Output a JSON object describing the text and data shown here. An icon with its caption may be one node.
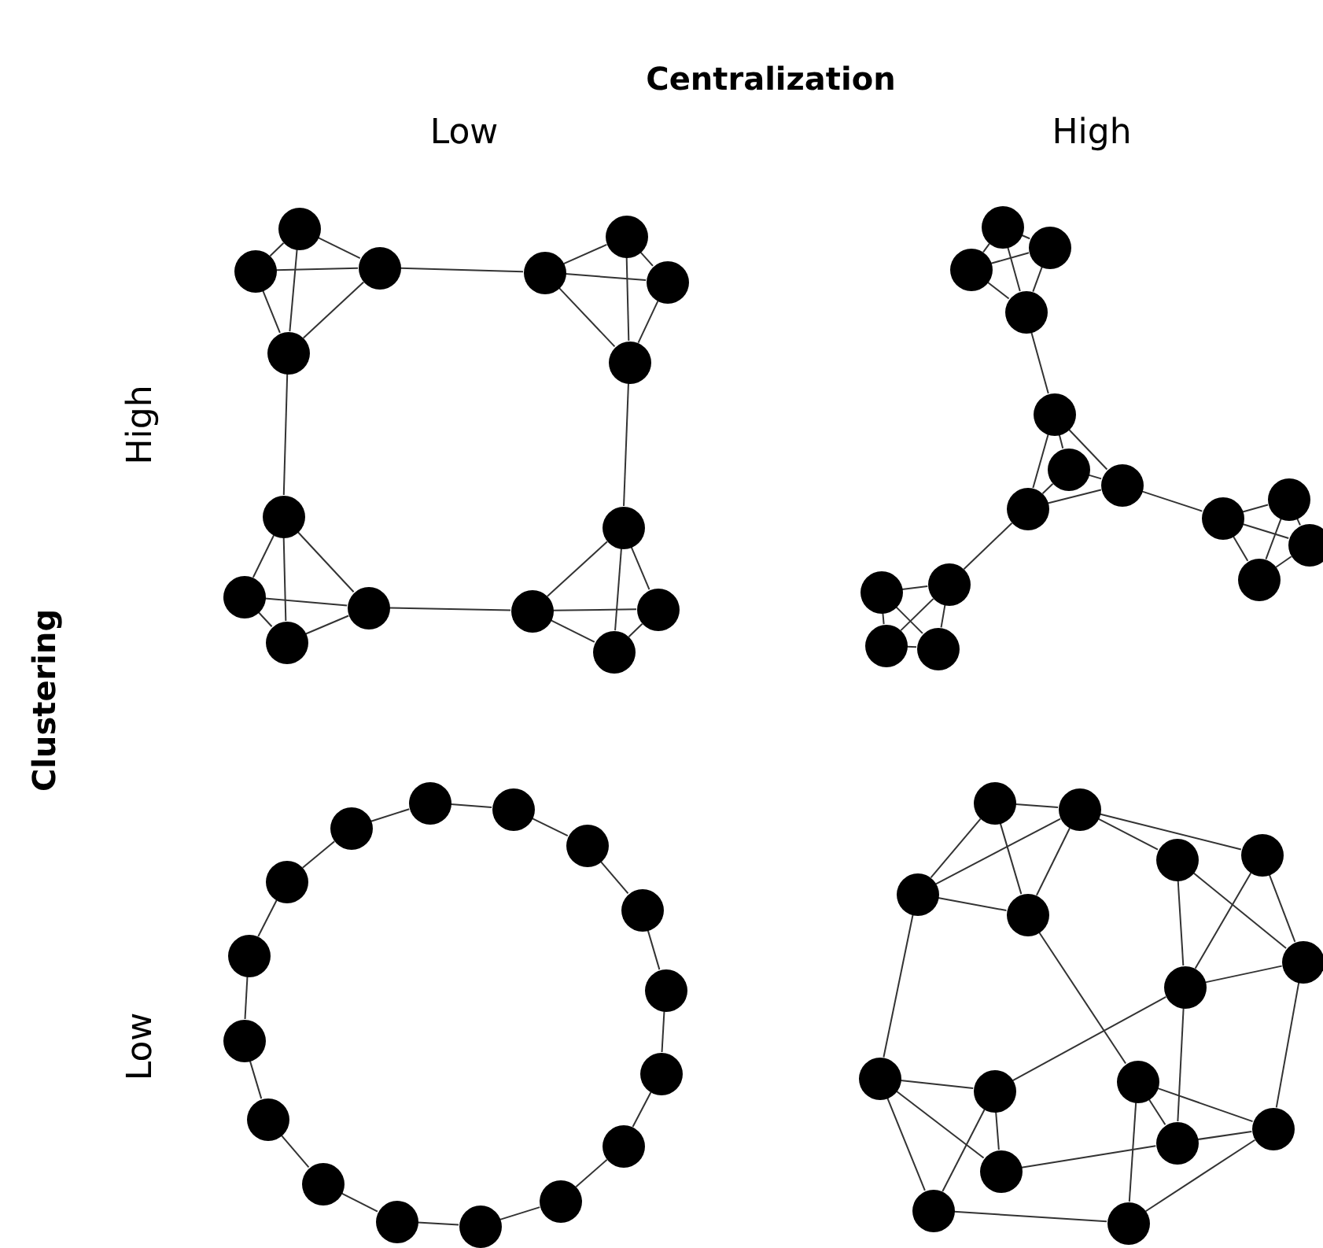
{
  "diagram": {
    "nodes": [
      {
        "text": [],
        "shape": "circle"
      },
      {
        "text": [],
        "shape": "circle"
      },
      {
        "text": [],
        "shape": "circle"
      },
      {
        "text": [],
        "shape": "circle"
      },
      {
        "text": [],
        "shape": "circle"
      },
      {
        "text": [],
        "shape": "circle"
      },
      {
        "text": [],
        "shape": "circle"
      },
      {
        "text": [],
        "shape": "circle"
      },
      {
        "text": [],
        "shape": "circle"
      },
      {
        "text": [],
        "shape": "circle"
      },
      {
        "text": [],
        "shape": "circle"
      },
      {
        "text": [],
        "shape": "circle"
      },
      {
        "text": [],
        "shape": "circle"
      },
      {
        "text": [],
        "shape": "circle"
      },
      {
        "text": [],
        "shape": "circle"
      },
      {
        "text": [],
        "shape": "circle"
      },
      {
        "text": [],
        "shape": "circle"
      },
      {
        "text": [],
        "shape": "circle"
      },
      {
        "text": [],
        "shape": "circle"
      },
      {
        "text": [],
        "shape": "circle"
      },
      {
        "text": [],
        "shape": "circle"
      },
      {
        "text": [],
        "shape": "circle"
      },
      {
        "text": [],
        "shape": "circle"
      },
      {
        "text": [],
        "shape": "circle"
      },
      {
        "text": [],
        "shape": "circle"
      },
      {
        "text": [],
        "shape": "circle"
      },
      {
        "text": [],
        "shape": "circle"
      },
      {
        "text": [],
        "shape": "circle"
      },
      {
        "text": [],
        "shape": "circle"
      },
      {
        "text": [],
        "shape": "circle"
      },
      {
        "text": [],
        "shape": "circle"
      },
      {
        "text": [],
        "shape": "circle"
      },
      {
        "text": [],
        "shape": "circle"
      },
      {
        "text": [],
        "shape": "circle"
      },
      {
        "text": [],
        "shape": "circle"
      },
      {
        "text": [],
        "shape": "circle"
      },
      {
        "text": [],
        "shape": "circle"
      },
      {
        "text": [],
        "shape": "circle"
      },
      {
        "text": [],
        "shape": "circle"
      },
      {
        "text": [],
        "shape": "circle"
      },
      {
        "text": [],
        "shape": "circle"
      },
      {
        "text": [],
        "shape": "circle"
      },
      {
        "text": [],
        "shape": "circle"
      },
      {
        "text": [],
        "shape": "circle"
      },
      {
        "text": [],
        "shape": "circle"
      },
      {
        "text": [],
        "shape": "circle"
      },
      {
        "text": [],
        "shape": "circle"
      },
      {
        "text": [],
        "shape": "circle"
      },
      {
        "text": [],
        "shape": "circle"
      },
      {
        "text": [],
        "shape": "circle"
      },
      {
        "text": [],
        "shape": "circle"
      },
      {
        "text": [],
        "shape": "circle"
      },
      {
        "text": [],
        "shape": "circle"
      },
      {
        "text": [],
        "shape": "circle"
      },
      {
        "text": [],
        "shape": "circle"
      },
      {
        "text": [],
        "shape": "circle"
      },
      {
        "text": [],
        "shape": "circle"
      },
      {
        "text": [],
        "shape": "circle"
      },
      {
        "text": [],
        "shape": "circle"
      },
      {
        "text": [],
        "shape": "circle"
      },
      {
        "text": [],
        "shape": "circle"
      },
      {
        "text": [],
        "shape": "circle"
      },
      {
        "text": [],
        "shape": "circle"
      },
      {
        "text": [],
        "shape": "circle"
      }
    ],
    "edges": [
      {
        "from": 0,
        "to": 1,
        "arrow": "none"
      },
      {
        "from": 0,
        "to": 2,
        "arrow": "none"
      },
      {
        "from": 0,
        "to": 3,
        "arrow": "none"
      },
      {
        "from": 1,
        "to": 2,
        "arrow": "none"
      },
      {
        "from": 1,
        "to": 3,
        "arrow": "none"
      },
      {
        "from": 2,
        "to": 3,
        "arrow": "none"
      },
      {
        "from": 4,
        "to": 5,
        "arrow": "none"
      },
      {
        "from": 4,
        "to": 6,
        "arrow": "none"
      },
      {
        "from": 4,
        "to": 7,
        "arrow": "none"
      },
      {
        "from": 5,
        "to": 6,
        "arrow": "none"
      },
      {
        "from": 5,
        "to": 7,
        "arrow": "none"
      },
      {
        "from": 6,
        "to": 7,
        "arrow": "none"
      },
      {
        "from": 8,
        "to": 9,
        "arrow": "none"
      },
      {
        "from": 8,
        "to": 10,
        "arrow": "none"
      },
      {
        "from": 8,
        "to": 11,
        "arrow": "none"
      },
      {
        "from": 9,
        "to": 10,
        "arrow": "none"
      },
      {
        "from": 9,
        "to": 11,
        "arrow": "none"
      },
      {
        "from": 10,
        "to": 11,
        "arrow": "none"
      },
      {
        "from": 12,
        "to": 13,
        "arrow": "none"
      },
      {
        "from": 12,
        "to": 14,
        "arrow": "none"
      },
      {
        "from": 12,
        "to": 15,
        "arrow": "none"
      },
      {
        "from": 13,
        "to": 14,
        "arrow": "none"
      },
      {
        "from": 13,
        "to": 15,
        "arrow": "none"
      },
      {
        "from": 14,
        "to": 15,
        "arrow": "none"
      },
      {
        "from": 2,
        "to": 5,
        "arrow": "none"
      },
      {
        "from": 3,
        "to": 8,
        "arrow": "none"
      },
      {
        "from": 7,
        "to": 12,
        "arrow": "none"
      },
      {
        "from": 11,
        "to": 13,
        "arrow": "none"
      },
      {
        "from": 16,
        "to": 17,
        "arrow": "none"
      },
      {
        "from": 16,
        "to": 18,
        "arrow": "none"
      },
      {
        "from": 16,
        "to": 19,
        "arrow": "none"
      },
      {
        "from": 17,
        "to": 18,
        "arrow": "none"
      },
      {
        "from": 17,
        "to": 19,
        "arrow": "none"
      },
      {
        "from": 18,
        "to": 19,
        "arrow": "none"
      },
      {
        "from": 20,
        "to": 21,
        "arrow": "none"
      },
      {
        "from": 20,
        "to": 22,
        "arrow": "none"
      },
      {
        "from": 20,
        "to": 23,
        "arrow": "none"
      },
      {
        "from": 21,
        "to": 22,
        "arrow": "none"
      },
      {
        "from": 21,
        "to": 23,
        "arrow": "none"
      },
      {
        "from": 22,
        "to": 23,
        "arrow": "none"
      },
      {
        "from": 24,
        "to": 25,
        "arrow": "none"
      },
      {
        "from": 24,
        "to": 26,
        "arrow": "none"
      },
      {
        "from": 24,
        "to": 27,
        "arrow": "none"
      },
      {
        "from": 25,
        "to": 26,
        "arrow": "none"
      },
      {
        "from": 25,
        "to": 27,
        "arrow": "none"
      },
      {
        "from": 26,
        "to": 27,
        "arrow": "none"
      },
      {
        "from": 28,
        "to": 29,
        "arrow": "none"
      },
      {
        "from": 28,
        "to": 30,
        "arrow": "none"
      },
      {
        "from": 28,
        "to": 31,
        "arrow": "none"
      },
      {
        "from": 29,
        "to": 30,
        "arrow": "none"
      },
      {
        "from": 29,
        "to": 31,
        "arrow": "none"
      },
      {
        "from": 30,
        "to": 31,
        "arrow": "none"
      },
      {
        "from": 19,
        "to": 20,
        "arrow": "none"
      },
      {
        "from": 22,
        "to": 24,
        "arrow": "none"
      },
      {
        "from": 23,
        "to": 28,
        "arrow": "none"
      },
      {
        "from": 32,
        "to": 33,
        "arrow": "none"
      },
      {
        "from": 33,
        "to": 34,
        "arrow": "none"
      },
      {
        "from": 34,
        "to": 35,
        "arrow": "none"
      },
      {
        "from": 35,
        "to": 36,
        "arrow": "none"
      },
      {
        "from": 36,
        "to": 37,
        "arrow": "none"
      },
      {
        "from": 37,
        "to": 38,
        "arrow": "none"
      },
      {
        "from": 38,
        "to": 39,
        "arrow": "none"
      },
      {
        "from": 39,
        "to": 40,
        "arrow": "none"
      },
      {
        "from": 40,
        "to": 41,
        "arrow": "none"
      },
      {
        "from": 41,
        "to": 42,
        "arrow": "none"
      },
      {
        "from": 42,
        "to": 43,
        "arrow": "none"
      },
      {
        "from": 43,
        "to": 44,
        "arrow": "none"
      },
      {
        "from": 44,
        "to": 45,
        "arrow": "none"
      },
      {
        "from": 45,
        "to": 46,
        "arrow": "none"
      },
      {
        "from": 46,
        "to": 47,
        "arrow": "none"
      },
      {
        "from": 47,
        "to": 32,
        "arrow": "none"
      },
      {
        "from": 48,
        "to": 50,
        "arrow": "none"
      },
      {
        "from": 48,
        "to": 51,
        "arrow": "none"
      },
      {
        "from": 48,
        "to": 49,
        "arrow": "none"
      },
      {
        "from": 49,
        "to": 52,
        "arrow": "none"
      },
      {
        "from": 49,
        "to": 53,
        "arrow": "none"
      },
      {
        "from": 50,
        "to": 49,
        "arrow": "none"
      },
      {
        "from": 49,
        "to": 51,
        "arrow": "none"
      },
      {
        "from": 50,
        "to": 51,
        "arrow": "none"
      },
      {
        "from": 50,
        "to": 56,
        "arrow": "none"
      },
      {
        "from": 51,
        "to": 58,
        "arrow": "none"
      },
      {
        "from": 52,
        "to": 55,
        "arrow": "none"
      },
      {
        "from": 52,
        "to": 54,
        "arrow": "none"
      },
      {
        "from": 53,
        "to": 55,
        "arrow": "none"
      },
      {
        "from": 53,
        "to": 54,
        "arrow": "none"
      },
      {
        "from": 55,
        "to": 54,
        "arrow": "none"
      },
      {
        "from": 55,
        "to": 57,
        "arrow": "none"
      },
      {
        "from": 55,
        "to": 59,
        "arrow": "none"
      },
      {
        "from": 54,
        "to": 60,
        "arrow": "none"
      },
      {
        "from": 56,
        "to": 57,
        "arrow": "none"
      },
      {
        "from": 56,
        "to": 61,
        "arrow": "none"
      },
      {
        "from": 56,
        "to": 62,
        "arrow": "none"
      },
      {
        "from": 57,
        "to": 61,
        "arrow": "none"
      },
      {
        "from": 57,
        "to": 62,
        "arrow": "none"
      },
      {
        "from": 58,
        "to": 59,
        "arrow": "none"
      },
      {
        "from": 58,
        "to": 60,
        "arrow": "none"
      },
      {
        "from": 58,
        "to": 63,
        "arrow": "none"
      },
      {
        "from": 59,
        "to": 61,
        "arrow": "none"
      },
      {
        "from": 59,
        "to": 60,
        "arrow": "none"
      },
      {
        "from": 60,
        "to": 63,
        "arrow": "none"
      },
      {
        "from": 62,
        "to": 63,
        "arrow": "none"
      }
    ],
    "labels": [
      "Centralization",
      "Low",
      "High",
      "High",
      "Clustering",
      "Low"
    ]
  }
}
